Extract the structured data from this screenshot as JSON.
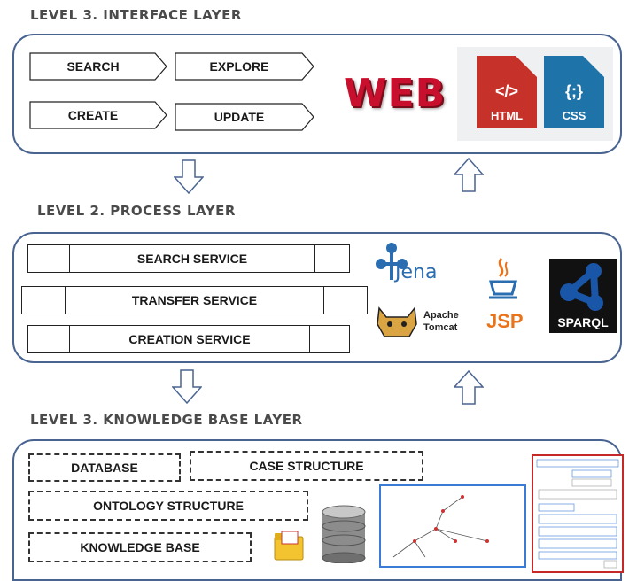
{
  "levels": {
    "interface": {
      "heading": "LEVEL 3. INTERFACE LAYER",
      "actions": [
        "SEARCH",
        "EXPLORE",
        "CREATE",
        "UPDATE"
      ],
      "web_label": "WEB",
      "html_label": "HTML",
      "html_glyph": "</>",
      "css_label": "CSS",
      "css_glyph": "{;}"
    },
    "process": {
      "heading": "LEVEL 2. PROCESS LAYER",
      "services": [
        "SEARCH SERVICE",
        "TRANSFER SERVICE",
        "CREATION SERVICE"
      ],
      "jena_label": "Jena",
      "tomcat_line1": "Apache",
      "tomcat_line2": "Tomcat",
      "jsp_label": "JSP",
      "sparql_label": "SPARQL"
    },
    "knowledge": {
      "heading": "LEVEL 3. KNOWLEDGE BASE LAYER",
      "components": [
        "DATABASE",
        "CASE STRUCTURE",
        "ONTOLOGY STRUCTURE",
        "KNOWLEDGE BASE"
      ]
    }
  },
  "colors": {
    "panel_border": "#4a6491",
    "web_red": "#c8102e",
    "html_red": "#c6322a",
    "css_blue": "#1e73a8",
    "sparql_blue": "#1a56a8",
    "jsp_orange": "#e8731a"
  }
}
